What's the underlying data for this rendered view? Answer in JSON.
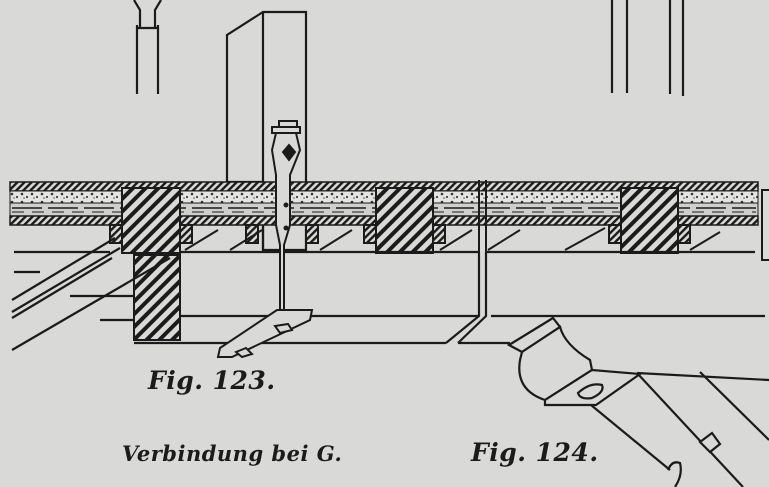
{
  "document": {
    "type": "technical-illustration",
    "figures": [
      {
        "id": "fig-123",
        "label": "Fig. 123."
      },
      {
        "id": "fig-124",
        "label": "Fig. 124."
      }
    ],
    "subtitle": "Verbindung bei G."
  },
  "colors": {
    "paper": "#d9d9d7",
    "ink": "#1b1b1b"
  }
}
